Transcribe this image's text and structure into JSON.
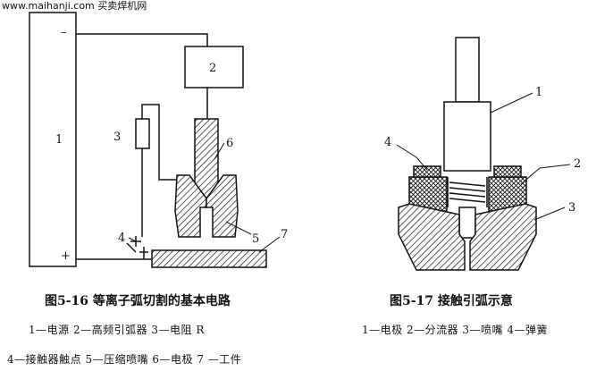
{
  "watermark": "www.maihanji.com  买卖焊机网",
  "figure_left": {
    "caption": "图5-16   等离子弧切割的基本电路",
    "legend_line1": "1—电源   2—高频引弧器   3—电阻 R",
    "legend_line2": "4—接触器触点   5—压缩喷嘴   6—电极   7 —工件",
    "polarity_minus": "–",
    "polarity_plus": "+",
    "labels": [
      "1",
      "2",
      "3",
      "4",
      "5",
      "6",
      "7"
    ]
  },
  "figure_right": {
    "caption": "图5-17   接触引弧示意",
    "legend": "1—电极   2—分流器   3—喷嘴   4—弹簧",
    "labels": [
      "1",
      "2",
      "3",
      "4"
    ]
  }
}
